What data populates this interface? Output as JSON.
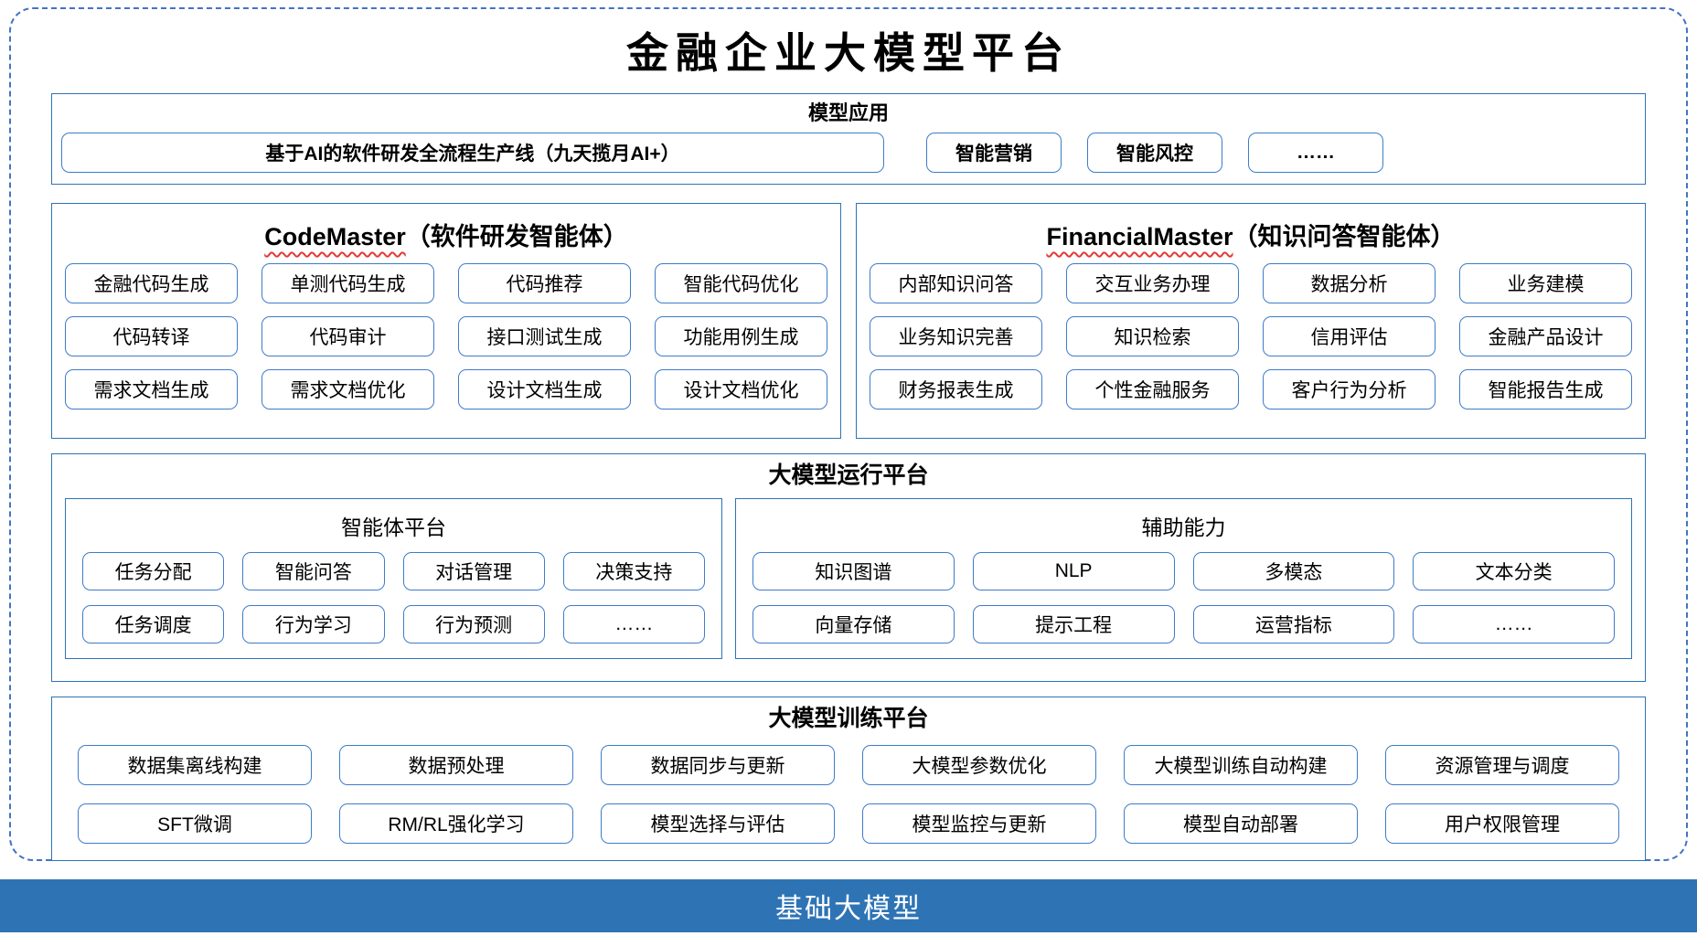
{
  "title": "金融企业大模型平台",
  "colors": {
    "section_border": "#2E74B5",
    "item_border": "#3D7CC9",
    "dashed_frame": "#4472C4",
    "footer_bg": "#2E74B5",
    "spellcheck_wavy": "#E53935"
  },
  "sections": {
    "applications": {
      "header": "模型应用",
      "main_item": "基于AI的软件研发全流程生产线（九天揽月AI+）",
      "items": [
        "智能营销",
        "智能风控",
        "……"
      ]
    },
    "agents": [
      {
        "name_en": "CodeMaster",
        "name_cn": "（软件研发智能体）",
        "items": [
          "金融代码生成",
          "单测代码生成",
          "代码推荐",
          "智能代码优化",
          "代码转译",
          "代码审计",
          "接口测试生成",
          "功能用例生成",
          "需求文档生成",
          "需求文档优化",
          "设计文档生成",
          "设计文档优化"
        ]
      },
      {
        "name_en": "FinancialMaster",
        "name_cn": "（知识问答智能体）",
        "items": [
          "内部知识问答",
          "交互业务办理",
          "数据分析",
          "业务建模",
          "业务知识完善",
          "知识检索",
          "信用评估",
          "金融产品设计",
          "财务报表生成",
          "个性金融服务",
          "客户行为分析",
          "智能报告生成"
        ]
      }
    ],
    "runtime": {
      "header": "大模型运行平台",
      "panels": [
        {
          "title": "智能体平台",
          "items": [
            "任务分配",
            "智能问答",
            "对话管理",
            "决策支持",
            "任务调度",
            "行为学习",
            "行为预测",
            "……"
          ]
        },
        {
          "title": "辅助能力",
          "items": [
            "知识图谱",
            "NLP",
            "多模态",
            "文本分类",
            "向量存储",
            "提示工程",
            "运营指标",
            "……"
          ]
        }
      ]
    },
    "training": {
      "header": "大模型训练平台",
      "items": [
        "数据集离线构建",
        "数据预处理",
        "数据同步与更新",
        "大模型参数优化",
        "大模型训练自动构建",
        "资源管理与调度",
        "SFT微调",
        "RM/RL强化学习",
        "模型选择与评估",
        "模型监控与更新",
        "模型自动部署",
        "用户权限管理"
      ]
    },
    "foundation": {
      "label": "基础大模型"
    }
  }
}
